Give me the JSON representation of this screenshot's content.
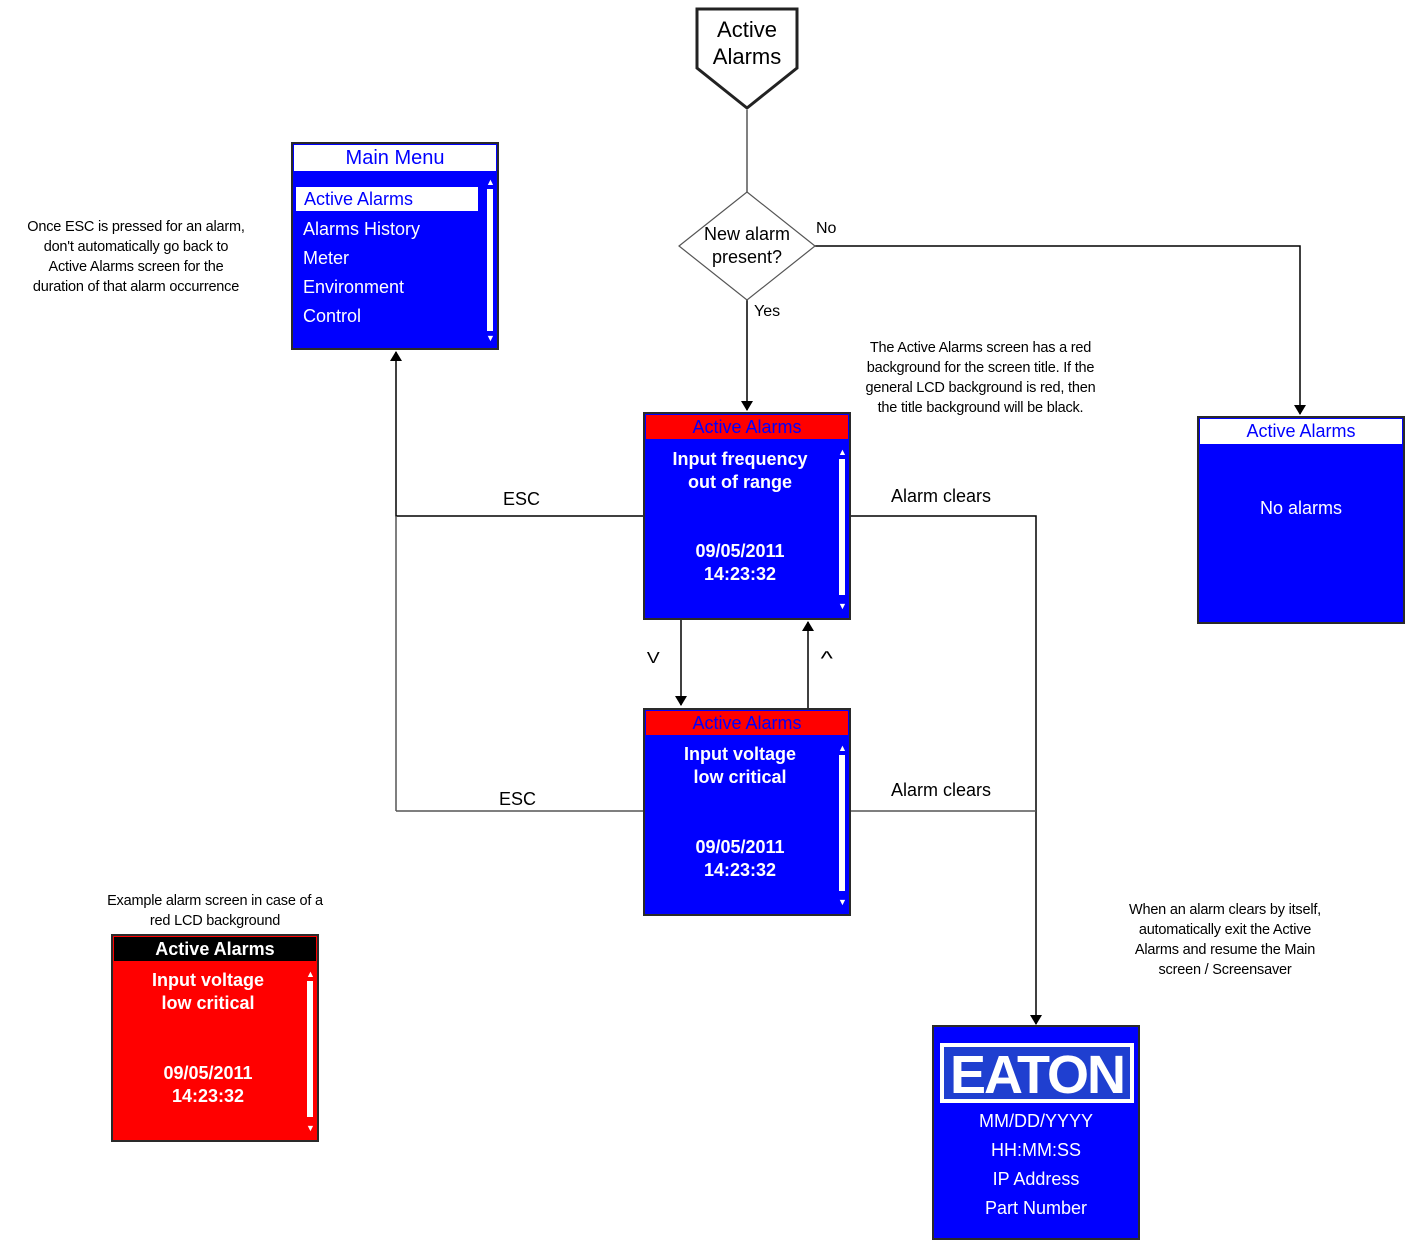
{
  "start": {
    "label_line1": "Active",
    "label_line2": "Alarms"
  },
  "decision": {
    "line1": "New alarm",
    "line2": "present?",
    "no_label": "No",
    "yes_label": "Yes"
  },
  "main_menu": {
    "title": "Main Menu",
    "items": [
      "Active Alarms",
      "Alarms History",
      "Meter",
      "Environment",
      "Control"
    ]
  },
  "notes": {
    "esc_note": [
      "Once ESC is pressed for an alarm,",
      "don't automatically go back to",
      "Active Alarms screen for the",
      "duration of that alarm occurrence"
    ],
    "red_title_note": [
      "The Active Alarms screen has a red",
      "background for the screen title.  If the",
      "general LCD background is red, then",
      "the title background will be black."
    ],
    "auto_exit_note": [
      "When an alarm clears by itself,",
      "automatically exit the Active",
      "Alarms and resume the Main",
      "screen / Screensaver"
    ],
    "red_example_note": [
      "Example alarm screen in case of a",
      "red LCD background"
    ]
  },
  "alarm_screen_1": {
    "title": "Active Alarms",
    "msg1": "Input frequency",
    "msg2": "out of range",
    "date": "09/05/2011",
    "time": "14:23:32"
  },
  "alarm_screen_2": {
    "title": "Active Alarms",
    "msg1": "Input voltage",
    "msg2": "low critical",
    "date": "09/05/2011",
    "time": "14:23:32"
  },
  "alarm_screen_red": {
    "title": "Active Alarms",
    "msg1": "Input voltage",
    "msg2": "low critical",
    "date": "09/05/2011",
    "time": "14:23:32"
  },
  "no_alarms_screen": {
    "title": "Active Alarms",
    "message": "No alarms"
  },
  "edge_labels": {
    "esc_1": "ESC",
    "esc_2": "ESC",
    "alarm_clears_1": "Alarm clears",
    "alarm_clears_2": "Alarm clears",
    "down": "V",
    "up": "^"
  },
  "eaton_screen": {
    "logo": "EATON",
    "lines": [
      "MM/DD/YYYY",
      "HH:MM:SS",
      "IP Address",
      "Part Number"
    ]
  },
  "colors": {
    "lcd_blue": "#0000ff",
    "alarm_red": "#ff0000",
    "title_black": "#000000"
  }
}
